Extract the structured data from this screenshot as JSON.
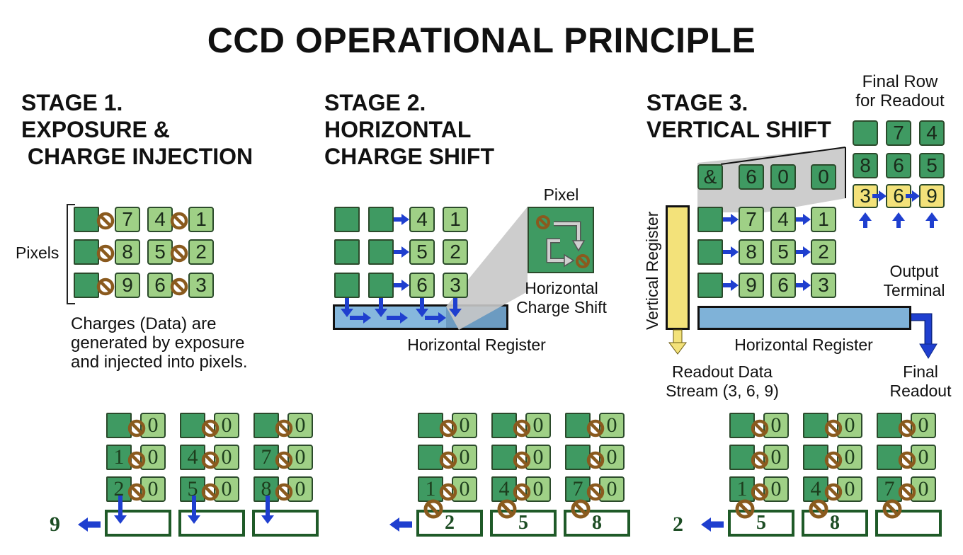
{
  "title": "CCD OPERATIONAL PRINCIPLE",
  "stage1": {
    "heading": "STAGE 1.\nEXPOSURE &\n CHARGE INJECTION",
    "pixels_label": "Pixels",
    "grid": [
      [
        "",
        "7",
        "4",
        "1"
      ],
      [
        "",
        "8",
        "5",
        "2"
      ],
      [
        "",
        "9",
        "6",
        "3"
      ]
    ],
    "caption": "Charges (Data) are\ngenerated by exposure\nand injected into pixels."
  },
  "stage2": {
    "heading": "STAGE 2.\nHORIZONTAL\nCHARGE SHIFT",
    "grid": [
      [
        "",
        "",
        "4",
        "1"
      ],
      [
        "",
        "",
        "5",
        "2"
      ],
      [
        "",
        "",
        "6",
        "3"
      ]
    ],
    "inset_title": "Pixel",
    "inset_caption": "Horizontal\nCharge Shift",
    "register_label": "Horizontal Register"
  },
  "stage3": {
    "heading": "STAGE 3.\nVERTICAL SHIFT",
    "top_row": [
      "&",
      "6",
      "0",
      "0"
    ],
    "grid": [
      [
        "",
        "7",
        "4",
        "1"
      ],
      [
        "",
        "8",
        "5",
        "2"
      ],
      [
        "",
        "9",
        "6",
        "3"
      ]
    ],
    "final_row_title": "Final Row\nfor Readout",
    "final_grid": [
      [
        "",
        "7",
        "4"
      ],
      [
        "8",
        "6",
        "5"
      ]
    ],
    "readout_row": [
      "3",
      "6",
      "9"
    ],
    "vertical_register_label": "Vertical Register",
    "horizontal_register_label": "Horizontal Register",
    "output_terminal_label": "Output\nTerminal",
    "readout_stream_label": "Readout Data\nStream (3, 6, 9)",
    "final_readout_label": "Final\nReadout"
  },
  "bottom_panels": [
    {
      "rows": [
        [
          [
            "",
            "0"
          ],
          [
            "",
            "0"
          ],
          [
            "",
            "0"
          ]
        ],
        [
          [
            "1",
            "0"
          ],
          [
            "4",
            "0"
          ],
          [
            "7",
            "0"
          ]
        ],
        [
          [
            "2",
            "0"
          ],
          [
            "5",
            "0"
          ],
          [
            "8",
            "0"
          ]
        ]
      ],
      "register": [
        "",
        "",
        ""
      ],
      "output_value": "9"
    },
    {
      "rows": [
        [
          [
            "",
            "0"
          ],
          [
            "",
            "0"
          ],
          [
            "",
            "0"
          ]
        ],
        [
          [
            "",
            "0"
          ],
          [
            "",
            "0"
          ],
          [
            "",
            "0"
          ]
        ],
        [
          [
            "1",
            "0"
          ],
          [
            "4",
            "0"
          ],
          [
            "7",
            "0"
          ]
        ]
      ],
      "register": [
        "2",
        "5",
        "8"
      ],
      "output_value": ""
    },
    {
      "rows": [
        [
          [
            "",
            "0"
          ],
          [
            "",
            "0"
          ],
          [
            "",
            "0"
          ]
        ],
        [
          [
            "",
            "0"
          ],
          [
            "",
            "0"
          ],
          [
            "",
            "0"
          ]
        ],
        [
          [
            "1",
            "0"
          ],
          [
            "4",
            "0"
          ],
          [
            "7",
            "0"
          ]
        ]
      ],
      "register": [
        "5",
        "8",
        ""
      ],
      "output_value": "2"
    }
  ],
  "colors": {
    "pixel_dark": "#3f9a62",
    "pixel_light": "#9fd086",
    "register_blue": "#7fb2d8",
    "register_yellow": "#f3e27a",
    "arrow_blue": "#1f3fcf",
    "gate_brown": "#8a5a1e",
    "block_border": "#1f5a28"
  }
}
